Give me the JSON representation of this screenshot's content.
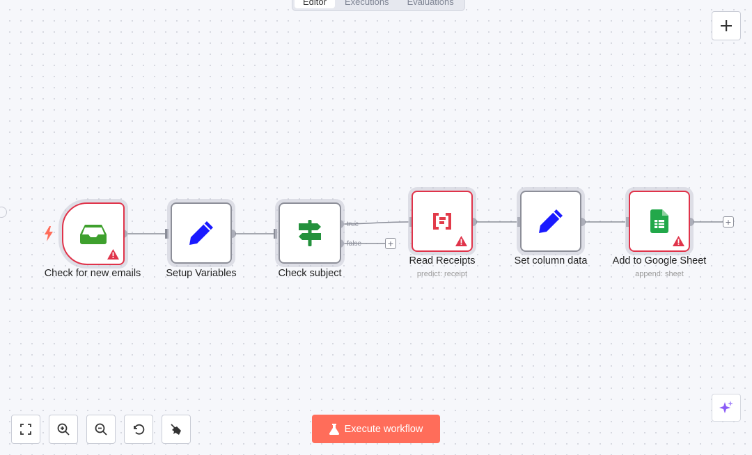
{
  "tabs": [
    {
      "label": "Editor"
    },
    {
      "label": "Executions"
    },
    {
      "label": "Evaluations"
    }
  ],
  "nodes": {
    "check_emails": {
      "label": "Check for new emails",
      "icon": "inbox-icon",
      "color": "#3ea02d"
    },
    "setup_variables": {
      "label": "Setup Variables",
      "icon": "pencil-icon",
      "color": "#1a1aff"
    },
    "check_subject": {
      "label": "Check subject",
      "icon": "signpost-icon",
      "color": "#23913c"
    },
    "read_receipts": {
      "label": "Read Receipts",
      "sublabel": "predict: receipt",
      "icon": "mindee-icon",
      "color": "#e23b4a"
    },
    "set_column_data": {
      "label": "Set column data",
      "icon": "pencil-icon",
      "color": "#1a1aff"
    },
    "add_google_sheet": {
      "label": "Add to Google Sheet",
      "sublabel": "append: sheet",
      "icon": "google-sheets-icon",
      "color": "#22a84a"
    }
  },
  "edges": {
    "true_label": "true",
    "false_label": "false"
  },
  "toolbar": {
    "zoom_fit": "fit-view-icon",
    "zoom_in": "zoom-in-icon",
    "zoom_out": "zoom-out-icon",
    "reset": "undo-icon",
    "tidy": "broom-icon"
  },
  "execute": {
    "label": "Execute workflow"
  },
  "colors": {
    "accent": "#ff6d5a",
    "error": "#e0334a"
  }
}
